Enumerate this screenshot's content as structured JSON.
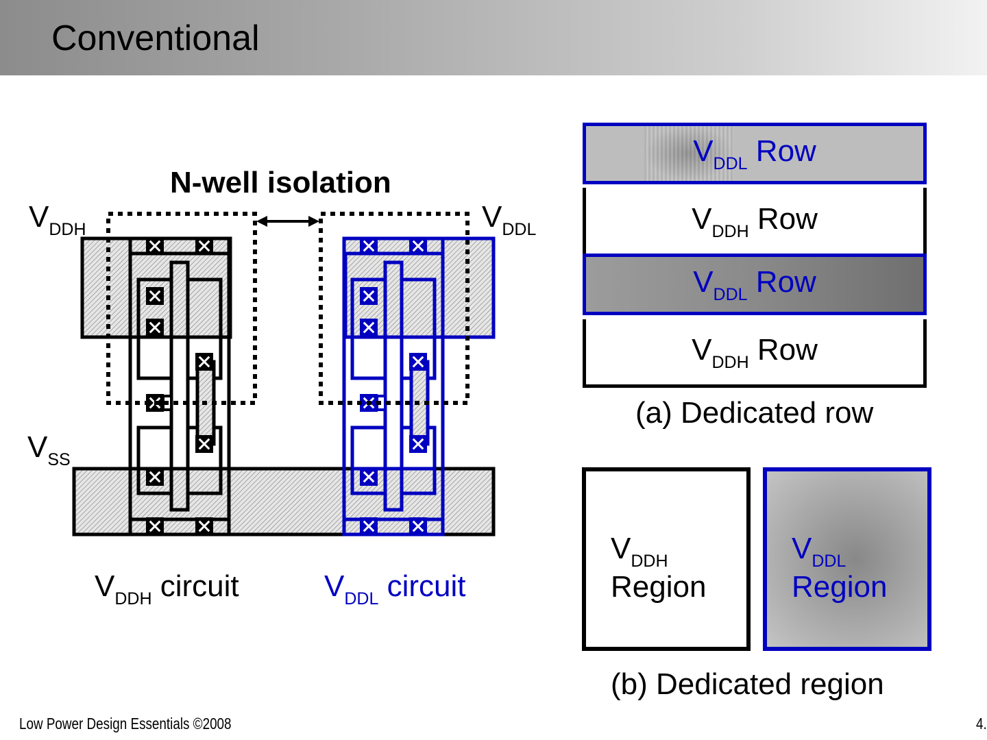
{
  "slide": {
    "title": "Conventional",
    "footer_left": "Low Power Design Essentials ©2008",
    "footer_right": "4."
  },
  "colors": {
    "vddl_blue": "#0000c0",
    "vddh_black": "#000000",
    "title_gradient_start": "#8c8c8c",
    "title_gradient_end": "#f2f2f2"
  },
  "layout_figure": {
    "heading": "N-well isolation",
    "vddh_label": {
      "main": "V",
      "sub": "DDH"
    },
    "vddl_label": {
      "main": "V",
      "sub": "DDL"
    },
    "vss_label": {
      "main": "V",
      "sub": "SS"
    },
    "vddh_circuit_caption": {
      "main": "V",
      "sub": "DDH",
      "rest": " circuit"
    },
    "vddl_circuit_caption": {
      "main": "V",
      "sub": "DDL",
      "rest": " circuit"
    },
    "isolation_arrow_icon": "double-arrow"
  },
  "dedicated_row": {
    "rows": [
      {
        "main": "V",
        "sub": "DDL",
        "rest": " Row",
        "supply": "VDDL"
      },
      {
        "main": "V",
        "sub": "DDH",
        "rest": " Row",
        "supply": "VDDH"
      },
      {
        "main": "V",
        "sub": "DDL",
        "rest": " Row",
        "supply": "VDDL"
      },
      {
        "main": "V",
        "sub": "DDH",
        "rest": " Row",
        "supply": "VDDH"
      }
    ],
    "caption": "(a) Dedicated row"
  },
  "dedicated_region": {
    "regions": [
      {
        "main": "V",
        "sub": "DDH",
        "rest": "Region",
        "supply": "VDDH"
      },
      {
        "main": "V",
        "sub": "DDL",
        "rest": "Region",
        "supply": "VDDL"
      }
    ],
    "caption": "(b) Dedicated region"
  }
}
